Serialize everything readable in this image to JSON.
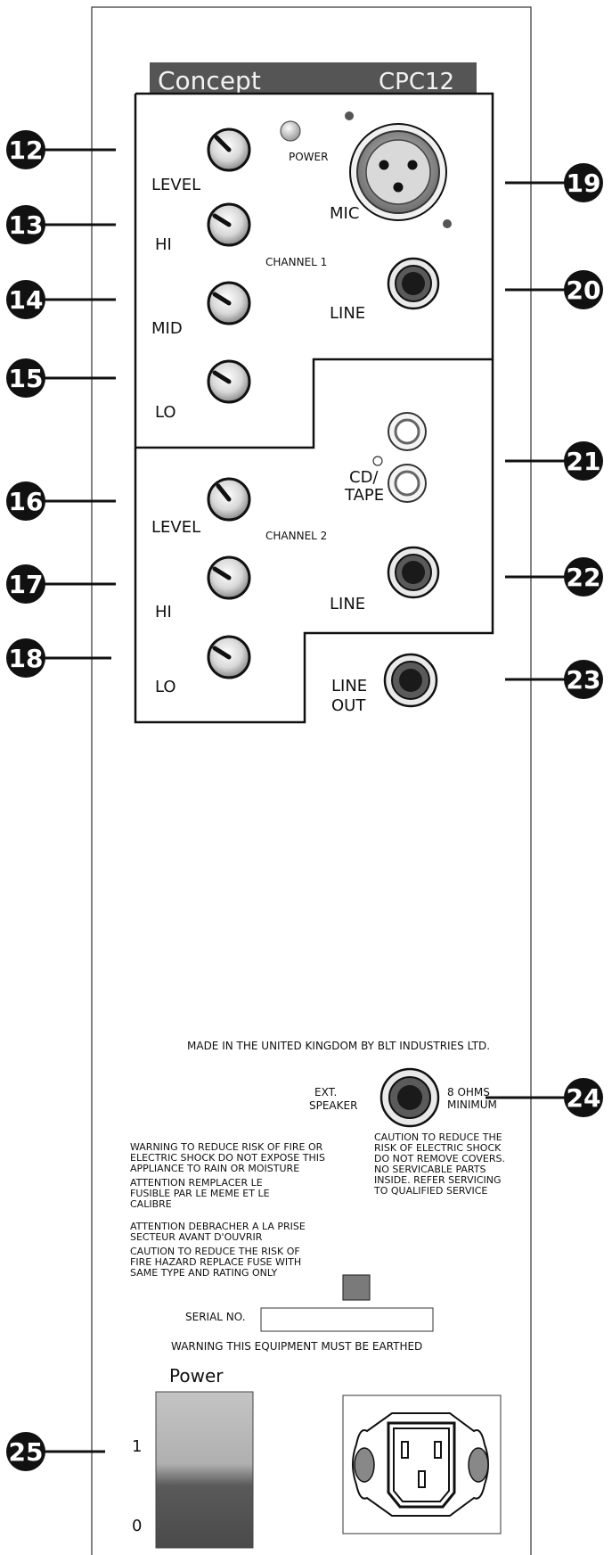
{
  "brand": {
    "name": "Concept",
    "model": "CPC12"
  },
  "channel1": {
    "label": "CHANNEL 1",
    "knobs": [
      "LEVEL",
      "HI",
      "MID",
      "LO"
    ],
    "power_label": "POWER",
    "mic_label": "MIC",
    "line_label": "LINE"
  },
  "channel2": {
    "label": "CHANNEL 2",
    "knobs": [
      "LEVEL",
      "HI",
      "LO"
    ],
    "cd_tape_line1": "CD/",
    "cd_tape_line2": "TAPE",
    "line_label": "LINE",
    "line_out_line1": "LINE",
    "line_out_line2": "OUT"
  },
  "callouts": [
    "12",
    "13",
    "14",
    "15",
    "16",
    "17",
    "18",
    "19",
    "20",
    "21",
    "22",
    "23",
    "24",
    "25"
  ],
  "rear": {
    "made_in": "MADE IN THE UNITED KINGDOM BY BLT INDUSTRIES LTD.",
    "ext_speaker_line1": "EXT.",
    "ext_speaker_line2": "SPEAKER",
    "ohms_line1": "8 OHMS",
    "ohms_line2": "MINIMUM",
    "warning_left": [
      "WARNING TO REDUCE RISK OF FIRE OR",
      "ELECTRIC SHOCK DO NOT EXPOSE THIS",
      "APPLIANCE TO RAIN OR MOISTURE"
    ],
    "attention_fuse": [
      "ATTENTION REMPLACER LE",
      "FUSIBLE PAR LE MEME ET LE",
      "CALIBRE"
    ],
    "attention_mains": [
      "ATTENTION DEBRACHER A LA PRISE",
      "SECTEUR AVANT D'OUVRIR"
    ],
    "caution_fuse": [
      "CAUTION TO REDUCE THE RISK OF",
      "FIRE HAZARD REPLACE FUSE WITH",
      "SAME TYPE AND RATING ONLY"
    ],
    "caution_right": [
      "CAUTION TO REDUCE THE",
      "RISK OF ELECTRIC SHOCK",
      "DO NOT REMOVE COVERS.",
      "NO SERVICABLE PARTS",
      "INSIDE. REFER SERVICING",
      "TO QUALIFIED SERVICE"
    ],
    "serial_label": "SERIAL NO.",
    "earthed_warning": "WARNING THIS EQUIPMENT MUST BE EARTHED",
    "power_title": "Power",
    "switch_on": "1",
    "switch_off": "0"
  }
}
